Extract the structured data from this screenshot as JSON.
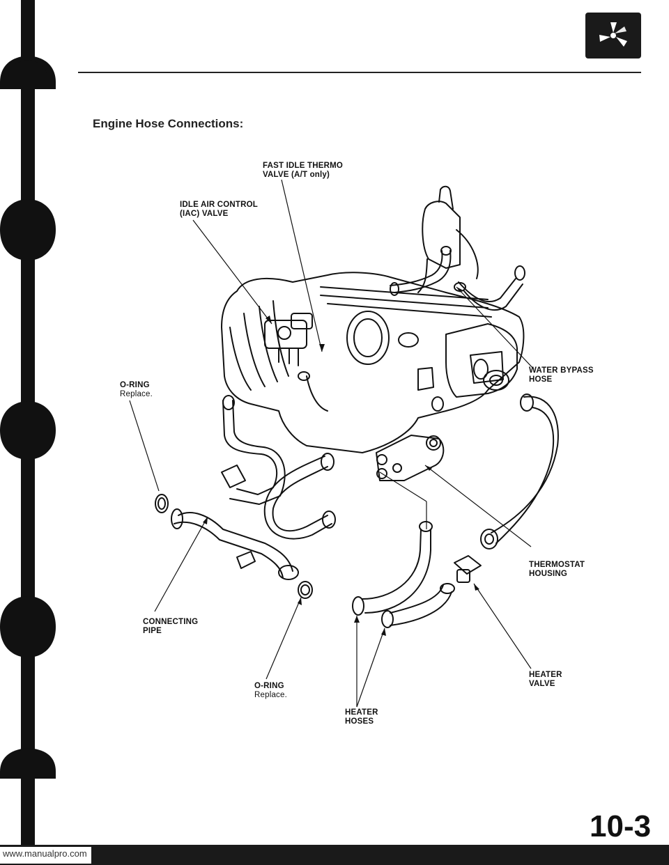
{
  "header": {
    "section_icon": "cooling-fan-icon"
  },
  "section_heading": "Engine Hose Connections:",
  "callouts": {
    "fast_idle_thermo_valve": {
      "line1": "FAST IDLE THERMO",
      "line2": "VALVE (A/T only)"
    },
    "iac_valve": {
      "line1": "IDLE AIR CONTROL",
      "line2": "(IAC) VALVE"
    },
    "water_bypass_hose": {
      "line1": "WATER BYPASS",
      "line2": "HOSE"
    },
    "o_ring_upper": {
      "label": "O-RING",
      "note": "Replace."
    },
    "thermostat_housing": {
      "line1": "THERMOSTAT",
      "line2": "HOUSING"
    },
    "connecting_pipe": {
      "line1": "CONNECTING",
      "line2": "PIPE"
    },
    "heater_valve": {
      "line1": "HEATER",
      "line2": "VALVE"
    },
    "o_ring_lower": {
      "label": "O-RING",
      "note": "Replace."
    },
    "heater_hoses": {
      "line1": "HEATER",
      "line2": "HOSES"
    }
  },
  "page_number": "10-3",
  "footer": {
    "url": "www.manualpro.com"
  }
}
